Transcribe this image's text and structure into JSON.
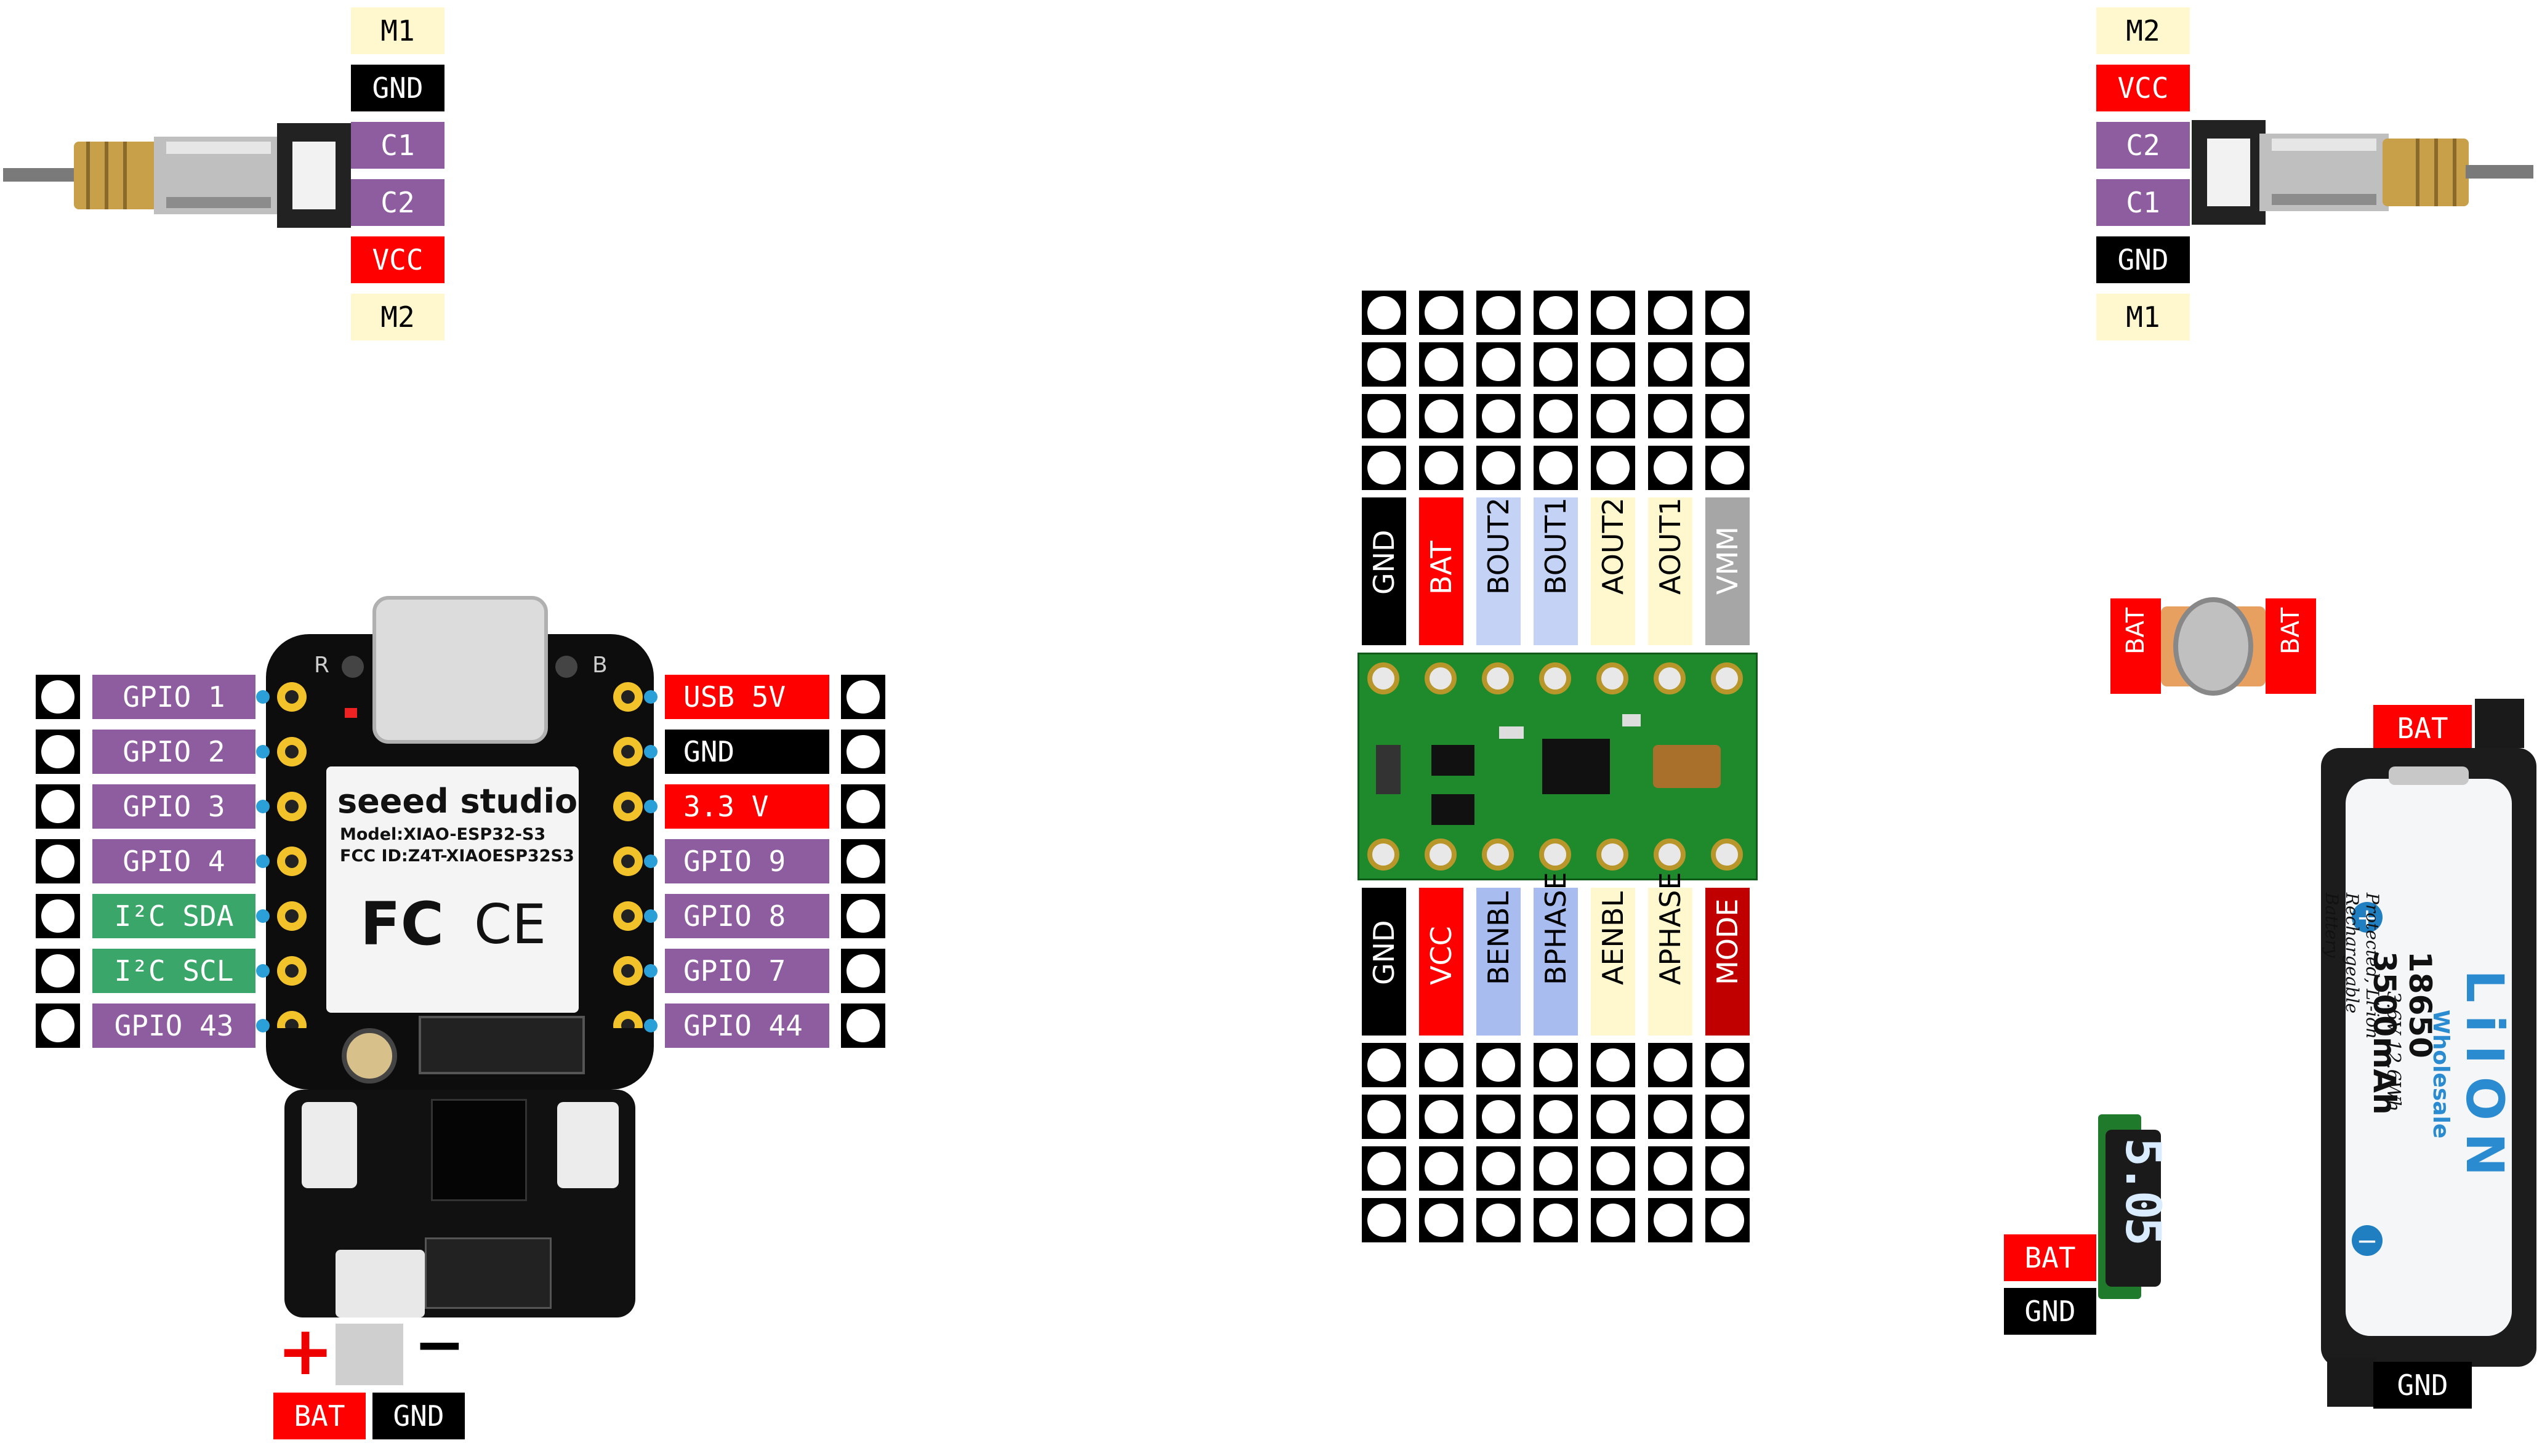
{
  "motor_left": {
    "pins": [
      "M1",
      "GND",
      "C1",
      "C2",
      "VCC",
      "M2"
    ]
  },
  "motor_right": {
    "pins": [
      "M2",
      "VCC",
      "C2",
      "C1",
      "GND",
      "M1"
    ]
  },
  "xiao": {
    "brand": "seeed studio",
    "model": "Model:XIAO-ESP32-S3",
    "fcc": "FCC ID:Z4T-XIAOESP32S3",
    "fc_mark": "FC",
    "ce_mark": "CE",
    "corner_r": "R",
    "corner_b": "B",
    "left_pins": [
      "GPIO 1",
      "GPIO 2",
      "GPIO 3",
      "GPIO 4",
      "I²C SDA",
      "I²C SCL",
      "GPIO 43"
    ],
    "right_pins": [
      "USB 5V",
      "GND",
      "3.3 V",
      "GPIO 9",
      "GPIO 8",
      "GPIO 7",
      "GPIO 44"
    ],
    "battery_plus": "+",
    "battery_minus": "−",
    "bat_label": "BAT",
    "gnd_label": "GND"
  },
  "driver": {
    "top_pins": [
      "GND",
      "BAT",
      "BOUT2",
      "BOUT1",
      "AOUT2",
      "AOUT1",
      "VMM"
    ],
    "bottom_pins": [
      "GND",
      "VCC",
      "BENBL",
      "BPHASE",
      "AENBL",
      "APHASE",
      "MODE"
    ]
  },
  "switch": {
    "left": "BAT",
    "right": "BAT"
  },
  "voltmeter": {
    "display": "5.05",
    "bat": "BAT",
    "gnd": "GND"
  },
  "battery": {
    "top": "BAT",
    "bottom": "GND",
    "brand": "LiION",
    "sub": "Wholesale",
    "capacity": "18650 3500mAh",
    "spec": "3.6V 12.6Wh",
    "desc": "Protected, Li-ion Rechargeable Battery"
  },
  "colors": {
    "red": "#ff0000",
    "black": "#000000",
    "purple": "#8e5d9f",
    "green": "#3aa66a",
    "cream": "#fff8cf",
    "blue": "#a8bcef",
    "pcb_green": "#1f8a2c",
    "dark_red": "#c00000"
  }
}
